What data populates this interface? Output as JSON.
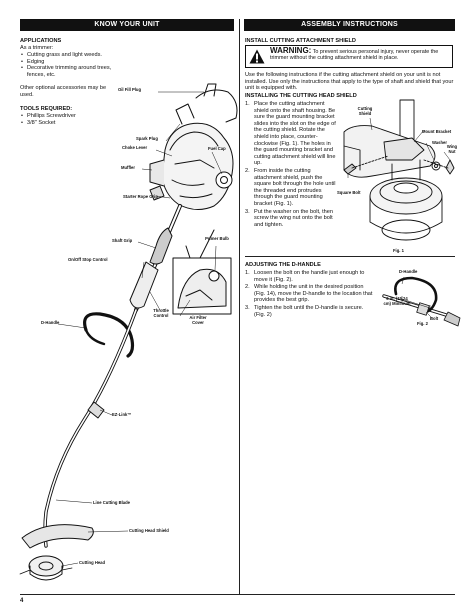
{
  "left_column": {
    "header": "KNOW YOUR UNIT",
    "applications": {
      "heading": "APPLICATIONS",
      "intro": "As a trimmer:",
      "items": [
        "Cutting grass and light weeds.",
        "Edging",
        "Decorative trimming around trees, fences, etc."
      ],
      "note": "Other optional accessories may be used."
    },
    "tools": {
      "heading": "TOOLS REQUIRED:",
      "items": [
        "Phillips Screwdriver",
        "3/8\" Socket"
      ]
    },
    "labels": {
      "oil_fill_plug": "Oil Fill Plug",
      "spark_plug": "Spark Plug",
      "choke_lever": "Choke Lever",
      "fuel_cap": "Fuel Cap",
      "muffler": "Muffler",
      "starter_rope_grip": "Starter Rope Grip",
      "shaft_grip": "Shaft Grip",
      "primer_bulb": "Primer Bulb",
      "on_off_stop_control": "On/Off Stop Control",
      "throttle_control": "Throttle Control",
      "air_filter_cover": "Air Filter Cover",
      "d_handle": "D-Handle",
      "ez_link": "EZ-Link™",
      "line_cutting_blade": "Line Cutting Blade",
      "cutting_head_shield": "Cutting Head Shield",
      "cutting_head": "Cutting Head"
    }
  },
  "right_column": {
    "header": "ASSEMBLY INSTRUCTIONS",
    "install_shield_heading": "INSTALL CUTTING ATTACHMENT SHIELD",
    "warning": {
      "word": "WARNING:",
      "text": "To prevent serious personal injury, never operate the trimmer without the cutting attachment shield in place."
    },
    "intro": "Use the following instructions if the cutting attachment shield on your unit is not installed. Use only the instructions that apply to the type of shaft and shield that your unit is equipped with.",
    "installing_heading": "INSTALLING THE CUTTING HEAD SHIELD",
    "installing_steps": [
      {
        "n": "1.",
        "text": "Place the cutting attachment shield onto the shaft housing. Be sure the guard mounting bracket slides into the slot on the edge of the cutting shield. Rotate the shield into place, counter-clockwise (Fig. 1). The holes in the guard mounting bracket and cutting attachment shield will line up."
      },
      {
        "n": "2.",
        "text": "From inside the cutting attachment shield, push the square bolt through the hole until the threaded end protrudes through the guard mounting bracket (Fig. 1)."
      },
      {
        "n": "3.",
        "text": "Put the washer on the bolt, then screw the wing nut onto the bolt and tighten."
      }
    ],
    "fig1": {
      "caption": "Fig. 1",
      "cutting_shield": "Cutting Shield",
      "mount_bracket": "Mount Bracket",
      "washer": "Washer",
      "wing_nut": "Wing Nut",
      "square_bolt": "Square Bolt"
    },
    "d_handle_heading": "ADJUSTING THE D-HANDLE",
    "d_handle_steps": [
      {
        "n": "1.",
        "text": "Loosen the bolt on the handle just enough to move it (Fig. 2)."
      },
      {
        "n": "2.",
        "text": "While holding the unit in the desired position (Fig. 14), move the D-handle to the location that provides the best grip."
      },
      {
        "n": "3.",
        "text": "Tighten the bolt until the D-handle is secure. (Fig. 2)"
      }
    ],
    "fig2": {
      "caption": "Fig. 2",
      "d_handle": "D-Handle",
      "minimum": "6 in. (15.24 cm) Minimum",
      "bolt": "Bolt"
    }
  },
  "page_number": "4"
}
